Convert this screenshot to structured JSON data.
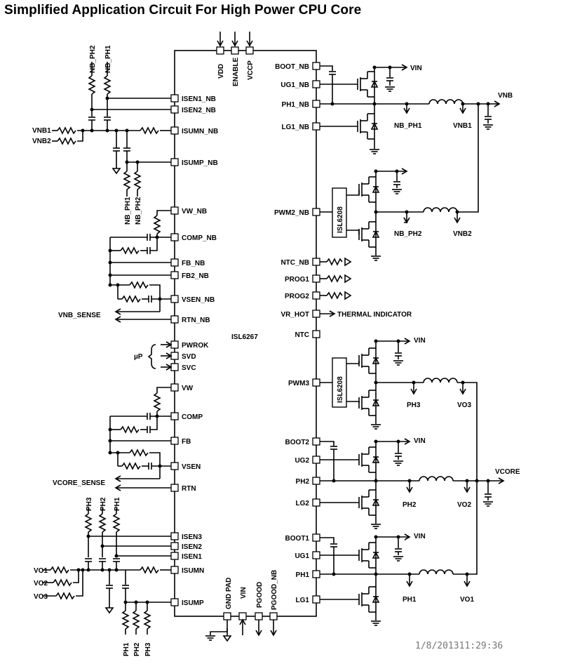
{
  "title": "Simplified Application Circuit For High Power CPU Core",
  "timestamp": "1/8/201311:29:36",
  "chip": {
    "name": "ISL6267",
    "left_pins": [
      "ISEN1_NB",
      "ISEN2_NB",
      "ISUMN_NB",
      "ISUMP_NB",
      "VW_NB",
      "COMP_NB",
      "FB_NB",
      "FB2_NB",
      "VSEN_NB",
      "RTN_NB",
      "PWROK",
      "SVD",
      "SVC",
      "VW",
      "COMP",
      "FB",
      "VSEN",
      "RTN",
      "ISEN3",
      "ISEN2",
      "ISEN1",
      "ISUMN",
      "ISUMP"
    ],
    "top_pins": [
      "VDD",
      "ENABLE",
      "VCCP"
    ],
    "bottom_pins": [
      "GND PAD",
      "VIN",
      "PGOOD",
      "PGOOD_NB"
    ],
    "right_pins": [
      "BOOT_NB",
      "UG1_NB",
      "PH1_NB",
      "LG1_NB",
      "PWM2_NB",
      "NTC_NB",
      "PROG1",
      "PROG2",
      "VR_HOT",
      "NTC",
      "PWM3",
      "BOOT2",
      "UG2",
      "PH2",
      "LG2",
      "BOOT1",
      "UG1",
      "PH1",
      "LG1"
    ]
  },
  "drivers": [
    "ISL6208",
    "ISL6208"
  ],
  "labels": {
    "vin": "VIN",
    "vnb": "VNB",
    "vcore": "VCORE",
    "vnb_sense": "VNB_SENSE",
    "vcore_sense": "VCORE_SENSE",
    "up": "µP",
    "thermal": "THERMAL INDICATOR",
    "vnb1": "VNB1",
    "vnb2": "VNB2",
    "nb_ph1": "NB_PH1",
    "nb_ph2": "NB_PH2",
    "ph1": "PH1",
    "ph2": "PH2",
    "ph3": "PH3",
    "vo1": "VO1",
    "vo2": "VO2",
    "vo3": "VO3"
  }
}
